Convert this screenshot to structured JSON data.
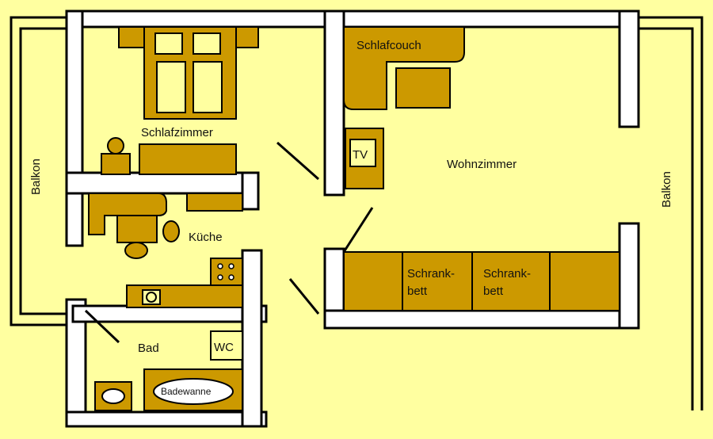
{
  "rooms": {
    "schlafzimmer": "Schlafzimmer",
    "wohnzimmer": "Wohnzimmer",
    "kueche": "Küche",
    "bad": "Bad"
  },
  "balconies": {
    "left": "Balkon",
    "right": "Balkon"
  },
  "furniture": {
    "schlafcouch": "Schlafcouch",
    "tv": "TV",
    "schrankbett_1": "Schrank-\nbett",
    "schrankbett_1_line1": "Schrank-",
    "schrankbett_1_line2": "bett",
    "schrankbett_2_line1": "Schrank-",
    "schrankbett_2_line2": "bett",
    "wc": "WC",
    "badewanne": "Badewanne"
  },
  "colors": {
    "background": "#FFFFA0",
    "furniture": "#CC9900",
    "walls": "#000000",
    "wall_fill": "#FFFFFF"
  }
}
